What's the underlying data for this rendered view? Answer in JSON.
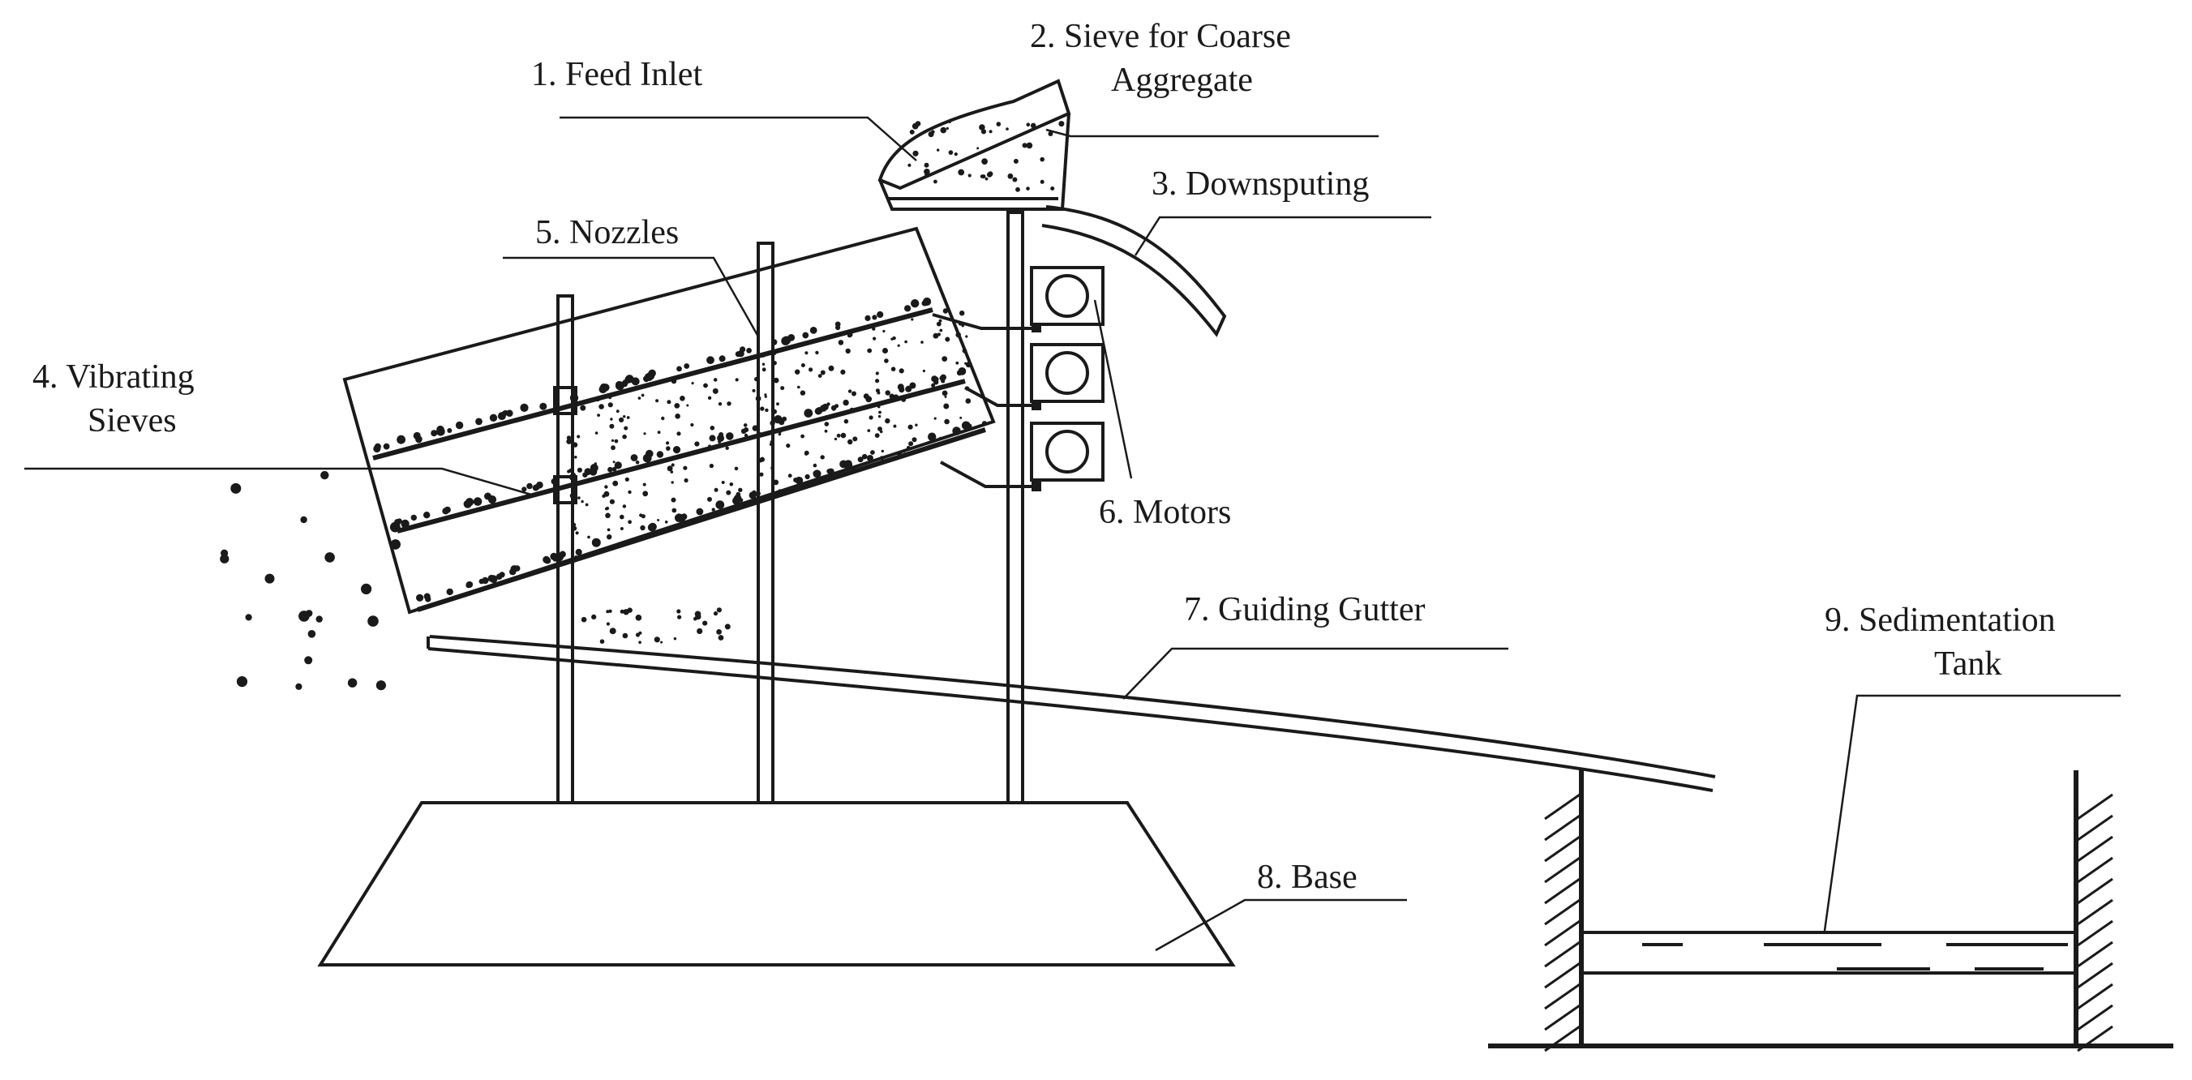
{
  "labels": {
    "feed_inlet": "1. Feed Inlet",
    "sieve_coarse_line1": "2. Sieve for Coarse",
    "sieve_coarse_line2": "Aggregate",
    "downspouting": "3. Downsputing",
    "vibrating_sieves_line1": "4. Vibrating",
    "vibrating_sieves_line2": "Sieves",
    "nozzles": "5. Nozzles",
    "motors": "6. Motors",
    "guiding_gutter": "7. Guiding Gutter",
    "base": "8. Base",
    "sedimentation_tank_line1": "9. Sedimentation",
    "sedimentation_tank_line2": "Tank"
  },
  "colors": {
    "ink": "#1a1a1a",
    "background": "#ffffff"
  }
}
